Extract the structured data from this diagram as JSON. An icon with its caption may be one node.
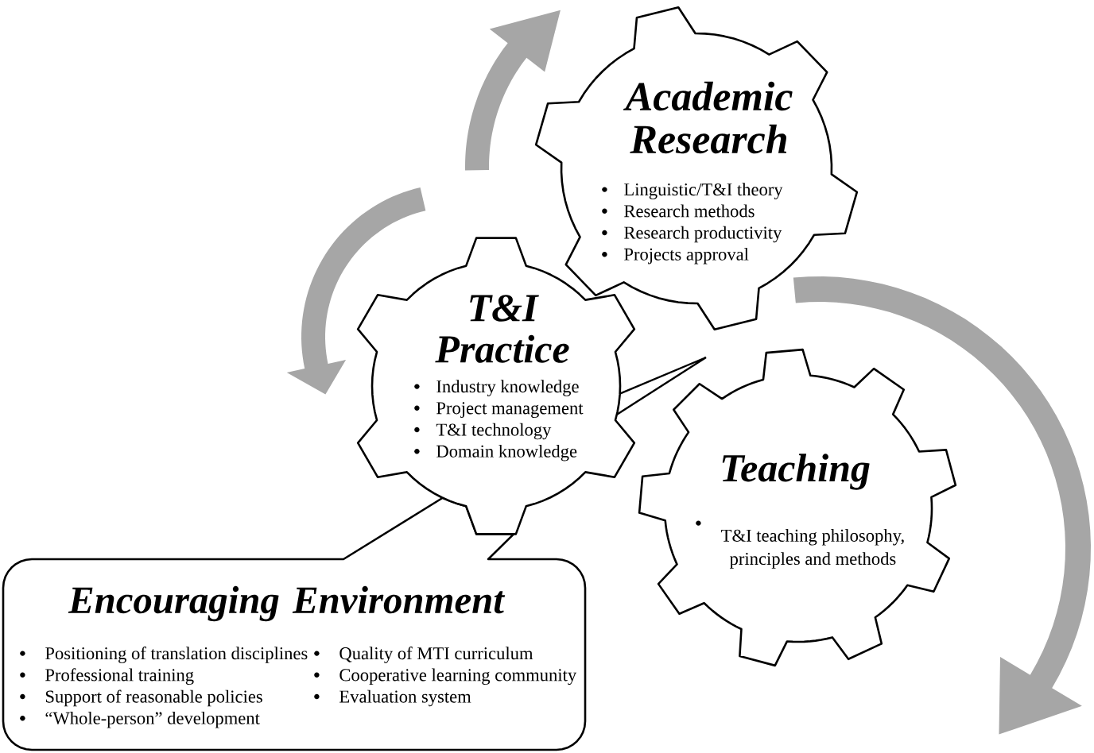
{
  "diagram": {
    "nodes": [
      {
        "text": [
          "Academic Research",
          "Linguistic/T&I theory",
          "Research methods",
          "Research productivity",
          "Projects approval"
        ]
      },
      {
        "text": [
          "T&I Practice",
          "Industry knowledge",
          "Project management",
          "T&I technology",
          "Domain knowledge"
        ]
      },
      {
        "text": [
          "Teaching",
          "T&I teaching philosophy, principles and methods"
        ]
      },
      {
        "text": [
          "Encouraging Environment",
          "Positioning of translation disciplines",
          "Professional training",
          "Support of reasonable policies",
          "“Whole-person” development",
          "Quality of MTI curriculum",
          "Cooperative learning community",
          "Evaluation system"
        ]
      }
    ]
  }
}
